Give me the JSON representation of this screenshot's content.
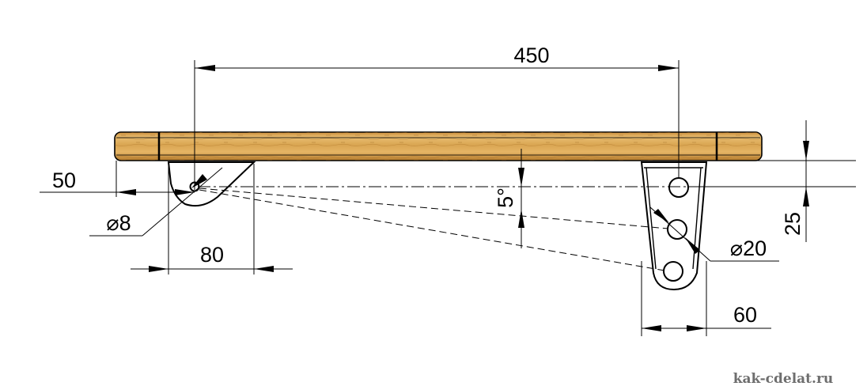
{
  "dimensions": {
    "span": "450",
    "left_offset": "50",
    "small_hole_diameter": "⌀8",
    "left_bracket_width": "80",
    "angle": "5°",
    "hole_spacing": "25",
    "large_hole_diameter": "⌀20",
    "right_bracket_width": "60"
  },
  "watermark": "kak-cdelat.ru",
  "colors": {
    "wood_light": "#e7b96a",
    "wood_mid": "#d29a45",
    "wood_dark": "#b07628",
    "line": "#000000",
    "watermark": "#6e6e6e"
  }
}
